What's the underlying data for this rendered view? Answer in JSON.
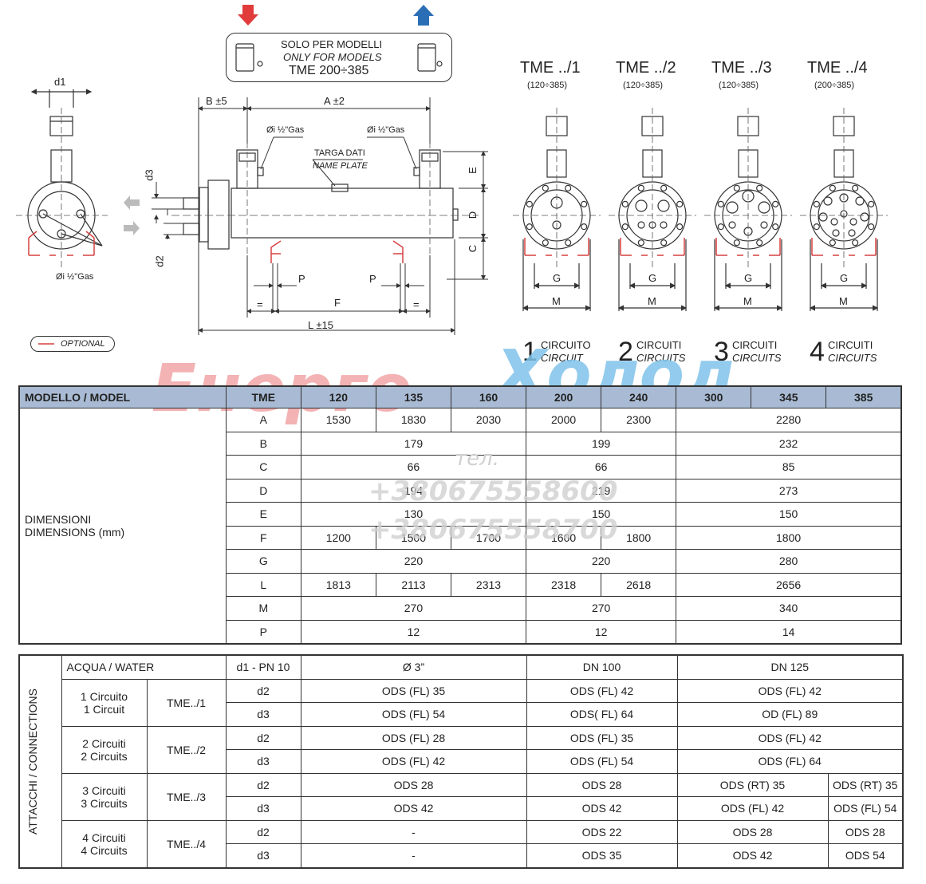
{
  "drawing": {
    "solo_line1": "SOLO PER MODELLI",
    "solo_line2": "ONLY FOR MODELS",
    "solo_line3": "TME 200÷385",
    "dim_d1": "d1",
    "dim_b": "B ±5",
    "dim_a": "A ±2",
    "gas_left": "Øi ½\"Gas",
    "gas_right": "Øi ½\"Gas",
    "targa": "TARGA DATI",
    "name_plate": "NAME PLATE",
    "dim_d3": "d3",
    "dim_d2": "d2",
    "dim_e": "E",
    "dim_d": "D",
    "dim_c": "C",
    "dim_p1": "P",
    "dim_p2": "P",
    "dim_eq1": "=",
    "dim_eq2": "=",
    "dim_f": "F",
    "dim_l": "L ±15",
    "gas_side": "Øi ½\"Gas",
    "optional": "OPTIONAL",
    "variants": [
      {
        "title": "TME ../1",
        "range": "(120÷385)",
        "num": "1",
        "line1": "CIRCUITO",
        "line2": "CIRCUIT",
        "g": "G",
        "m": "M"
      },
      {
        "title": "TME ../2",
        "range": "(120÷385)",
        "num": "2",
        "line1": "CIRCUITI",
        "line2": "CIRCUITS",
        "g": "G",
        "m": "M"
      },
      {
        "title": "TME ../3",
        "range": "(120÷385)",
        "num": "3",
        "line1": "CIRCUITI",
        "line2": "CIRCUITS",
        "g": "G",
        "m": "M"
      },
      {
        "title": "TME ../4",
        "range": "(200÷385)",
        "num": "4",
        "line1": "CIRCUITI",
        "line2": "CIRCUITS",
        "g": "G",
        "m": "M"
      }
    ],
    "colors": {
      "red_arrow": "#e23b3b",
      "blue_arrow": "#2a6fb5",
      "red_parts": "#d94040",
      "header_bg": "#a9bbd4"
    }
  },
  "watermark": {
    "brand_part1": "Енерго",
    "brand_part2": "Холод",
    "tel_label": "тел.",
    "phone1": "+380675558600",
    "phone2": "+380675558700",
    "color_red": "#f2a5a8",
    "color_blue": "#7fc3ea"
  },
  "dimensions_table": {
    "header_label": "MODELLO / MODEL",
    "header_tme": "TME",
    "models": [
      "120",
      "135",
      "160",
      "200",
      "240",
      "300",
      "345",
      "385"
    ],
    "group_label1": "DIMENSIONI",
    "group_label2": "DIMENSIONS (mm)",
    "rows": {
      "A": {
        "label": "A",
        "v120": "1530",
        "v135": "1830",
        "v160": "2030",
        "v200": "2000",
        "v240": "2300",
        "v300_385": "2280"
      },
      "B": {
        "label": "B",
        "v120_160": "179",
        "v200_240": "199",
        "v300_385": "232"
      },
      "C": {
        "label": "C",
        "v120_160": "66",
        "v200_240": "66",
        "v300_385": "85"
      },
      "D": {
        "label": "D",
        "v120_160": "194",
        "v200_240": "219",
        "v300_385": "273"
      },
      "E": {
        "label": "E",
        "v120_160": "130",
        "v200_240": "150",
        "v300_385": "150"
      },
      "F": {
        "label": "F",
        "v120": "1200",
        "v135": "1500",
        "v160": "1700",
        "v200": "1600",
        "v240": "1800",
        "v300_385": "1800"
      },
      "G": {
        "label": "G",
        "v120_160": "220",
        "v200_240": "220",
        "v300_385": "280"
      },
      "L": {
        "label": "L",
        "v120": "1813",
        "v135": "2113",
        "v160": "2313",
        "v200": "2318",
        "v240": "2618",
        "v300_385": "2656"
      },
      "M": {
        "label": "M",
        "v120_160": "270",
        "v200_240": "270",
        "v300_385": "340"
      },
      "P": {
        "label": "P",
        "v120_160": "12",
        "v200_240": "12",
        "v300_385": "14"
      }
    }
  },
  "connections_table": {
    "side_label": "ATTACCHI / CONNECTIONS",
    "water_label": "ACQUA / WATER",
    "water_code": "d1 - PN 10",
    "water_v1": "Ø 3”",
    "water_v2": "DN 100",
    "water_v3": "DN 125",
    "groups": [
      {
        "it": "1 Circuito",
        "en": "1 Circuit",
        "model": "TME../1",
        "d2": {
          "label": "d2",
          "a": "ODS (FL) 35",
          "b": "ODS (FL) 42",
          "c": "ODS (FL) 42"
        },
        "d3": {
          "label": "d3",
          "a": "ODS (FL) 54",
          "b": "ODS( FL) 64",
          "c": "OD (FL) 89"
        }
      },
      {
        "it": "2 Circuiti",
        "en": "2 Circuits",
        "model": "TME../2",
        "d2": {
          "label": "d2",
          "a": "ODS (FL) 28",
          "b": "ODS (FL) 35",
          "c": "ODS (FL) 42"
        },
        "d3": {
          "label": "d3",
          "a": "ODS (FL) 42",
          "b": "ODS (FL) 54",
          "c": "ODS (FL) 64"
        }
      },
      {
        "it": "3 Circuiti",
        "en": "3 Circuits",
        "model": "TME../3",
        "d2": {
          "label": "d2",
          "a": "ODS 28",
          "b": "ODS 28",
          "c1": "ODS (RT) 35",
          "c2": "ODS (RT) 35"
        },
        "d3": {
          "label": "d3",
          "a": "ODS 42",
          "b": "ODS 42",
          "c1": "ODS (FL) 42",
          "c2": "ODS (FL) 54"
        }
      },
      {
        "it": "4 Circuiti",
        "en": "4 Circuits",
        "model": "TME../4",
        "d2": {
          "label": "d2",
          "a": "-",
          "b": "ODS 22",
          "c1": "ODS 28",
          "c2": "ODS 28"
        },
        "d3": {
          "label": "d3",
          "a": "-",
          "b": "ODS 35",
          "c1": "ODS 42",
          "c2": "ODS 54"
        }
      }
    ]
  }
}
